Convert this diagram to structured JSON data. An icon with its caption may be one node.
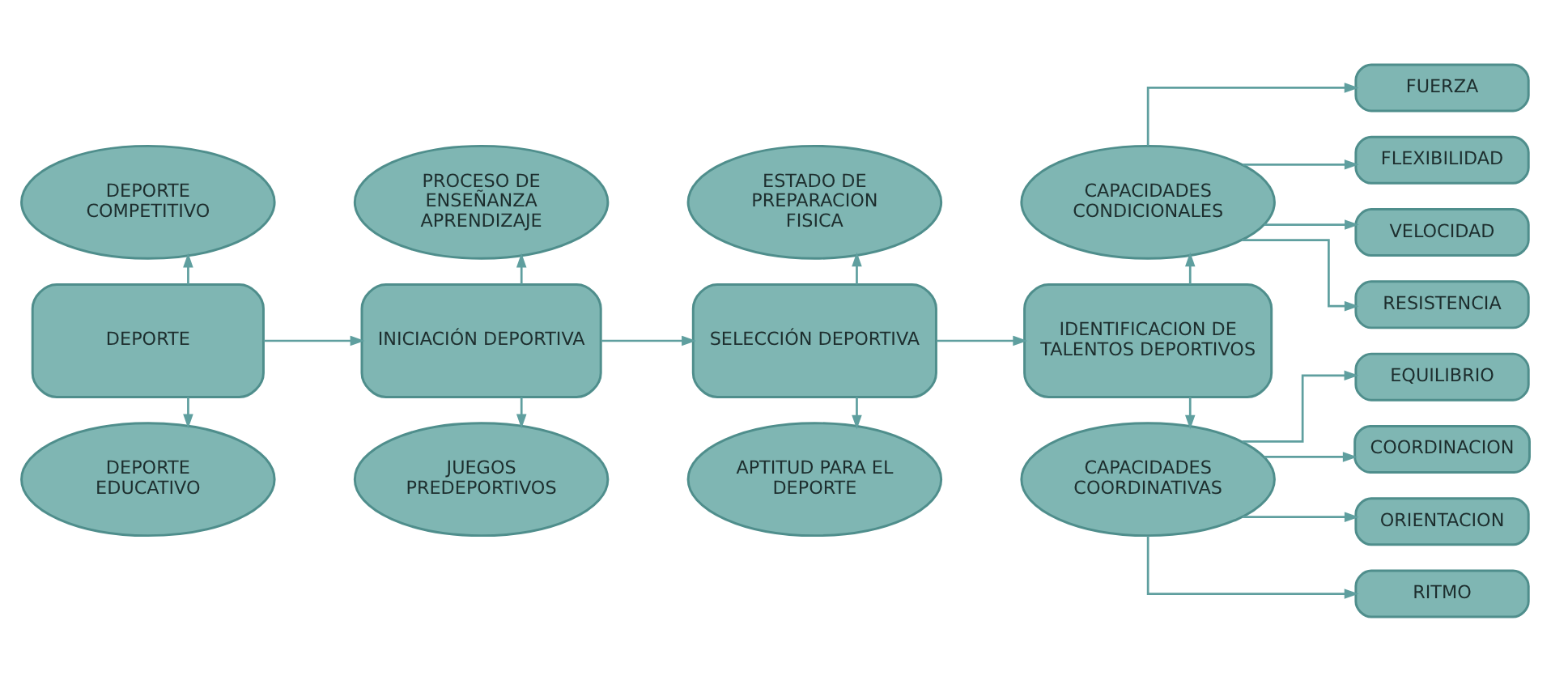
{
  "diagram": {
    "nodes": [
      {
        "text": [
          "DEPORTE COMPETITIVO"
        ]
      },
      {
        "text": [
          "PROCESO DE ENSEÑANZA APRENDIZAJE"
        ]
      },
      {
        "text": [
          "ESTADO DE PREPARACION FISICA"
        ]
      },
      {
        "text": [
          "CAPACIDADES CONDICIONALES"
        ]
      },
      {
        "text": [
          "FUERZA"
        ]
      },
      {
        "text": [
          "FLEXIBILIDAD"
        ]
      },
      {
        "text": [
          "VELOCIDAD"
        ]
      },
      {
        "text": [
          "RESISTENCIA"
        ]
      },
      {
        "text": [
          "DEPORTE"
        ]
      },
      {
        "text": [
          "INICIACIÓN DEPORTIVA"
        ]
      },
      {
        "text": [
          "SELECCIÓN DEPORTIVA"
        ]
      },
      {
        "text": [
          "IDENTIFICACION DE TALENTOS DEPORTIVOS"
        ]
      },
      {
        "text": [
          "EQUILIBRIO"
        ]
      },
      {
        "text": [
          "DEPORTE EDUCATIVO"
        ]
      },
      {
        "text": [
          "JUEGOS PREDEPORTIVOS"
        ]
      },
      {
        "text": [
          "APTITUD PARA EL DEPORTE"
        ]
      },
      {
        "text": [
          "CAPACIDADES COORDINATIVAS"
        ]
      },
      {
        "text": [
          "COORDINACION"
        ]
      },
      {
        "text": [
          "ORIENTACION"
        ]
      },
      {
        "text": [
          "RITMO"
        ]
      }
    ],
    "edges": [
      {
        "from": 8,
        "to": 0,
        "arrow": "to"
      },
      {
        "from": 8,
        "to": 13,
        "arrow": "to"
      },
      {
        "from": 8,
        "to": 9,
        "arrow": "to"
      },
      {
        "from": 9,
        "to": 1,
        "arrow": "to"
      },
      {
        "from": 9,
        "to": 14,
        "arrow": "to"
      },
      {
        "from": 9,
        "to": 10,
        "arrow": "to"
      },
      {
        "from": 10,
        "to": 2,
        "arrow": "to"
      },
      {
        "from": 10,
        "to": 15,
        "arrow": "to"
      },
      {
        "from": 10,
        "to": 11,
        "arrow": "to"
      },
      {
        "from": 11,
        "to": 3,
        "arrow": "to"
      },
      {
        "from": 11,
        "to": 16,
        "arrow": "to"
      },
      {
        "from": 3,
        "to": 4,
        "arrow": "to"
      },
      {
        "from": 3,
        "to": 5,
        "arrow": "to"
      },
      {
        "from": 3,
        "to": 6,
        "arrow": "to"
      },
      {
        "from": 3,
        "to": 7,
        "arrow": "to"
      },
      {
        "from": 16,
        "to": 12,
        "arrow": "to"
      },
      {
        "from": 16,
        "to": 17,
        "arrow": "to"
      },
      {
        "from": 16,
        "to": 18,
        "arrow": "to"
      },
      {
        "from": 16,
        "to": 19,
        "arrow": "to"
      }
    ]
  }
}
